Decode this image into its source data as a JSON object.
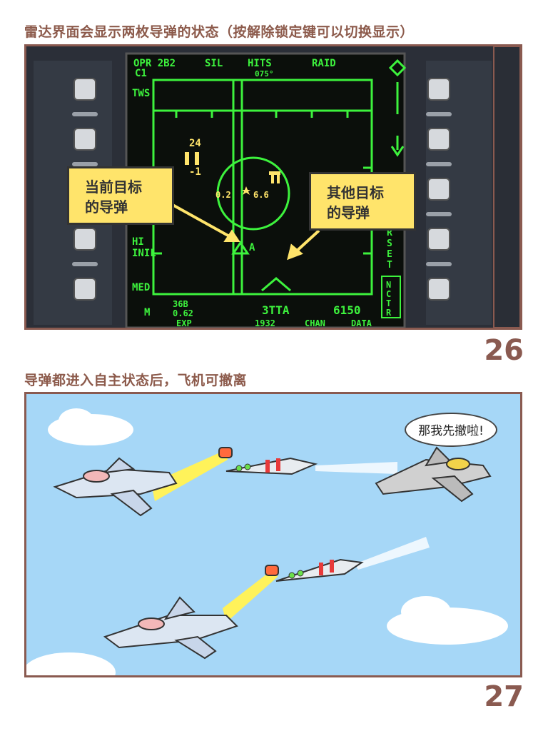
{
  "panel1": {
    "caption": "雷达界面会显示两枚导弹的状态（按解除锁定键可以切换显示）",
    "page_number": "26",
    "callout_current": [
      "当前目标",
      "的导弹"
    ],
    "callout_other": [
      "其他目标",
      "的导弹"
    ],
    "radar": {
      "top_labels": [
        "OPR",
        "2B2",
        "SIL",
        "HITS",
        "RAID"
      ],
      "heading": "075°",
      "c1": "C1",
      "tws": "TWS",
      "alt_top": "24",
      "alt_bottom": "-1",
      "target_left": "0.2",
      "target_right": "6.6",
      "missile_marker": "A",
      "hi": "HI",
      "inil": "INIL",
      "med": "MED",
      "m": "M",
      "range1": "36B",
      "range2": "0.62",
      "bottom_mid": "3TTA",
      "bottom_right": "6150",
      "bottom_row": [
        "EXP",
        "1932",
        "CHAN",
        "DATA"
      ],
      "rset": "RSET",
      "nctr": "NCTR"
    },
    "colors": {
      "radar_green": "#3df23d",
      "bezel": "#2b2f38",
      "callout": "#ffe46b"
    }
  },
  "panel2": {
    "caption": "导弹都进入自主状态后，飞机可撤离",
    "page_number": "27",
    "speech": "那我先撤啦!",
    "colors": {
      "sky": "#a6d7f7"
    }
  }
}
